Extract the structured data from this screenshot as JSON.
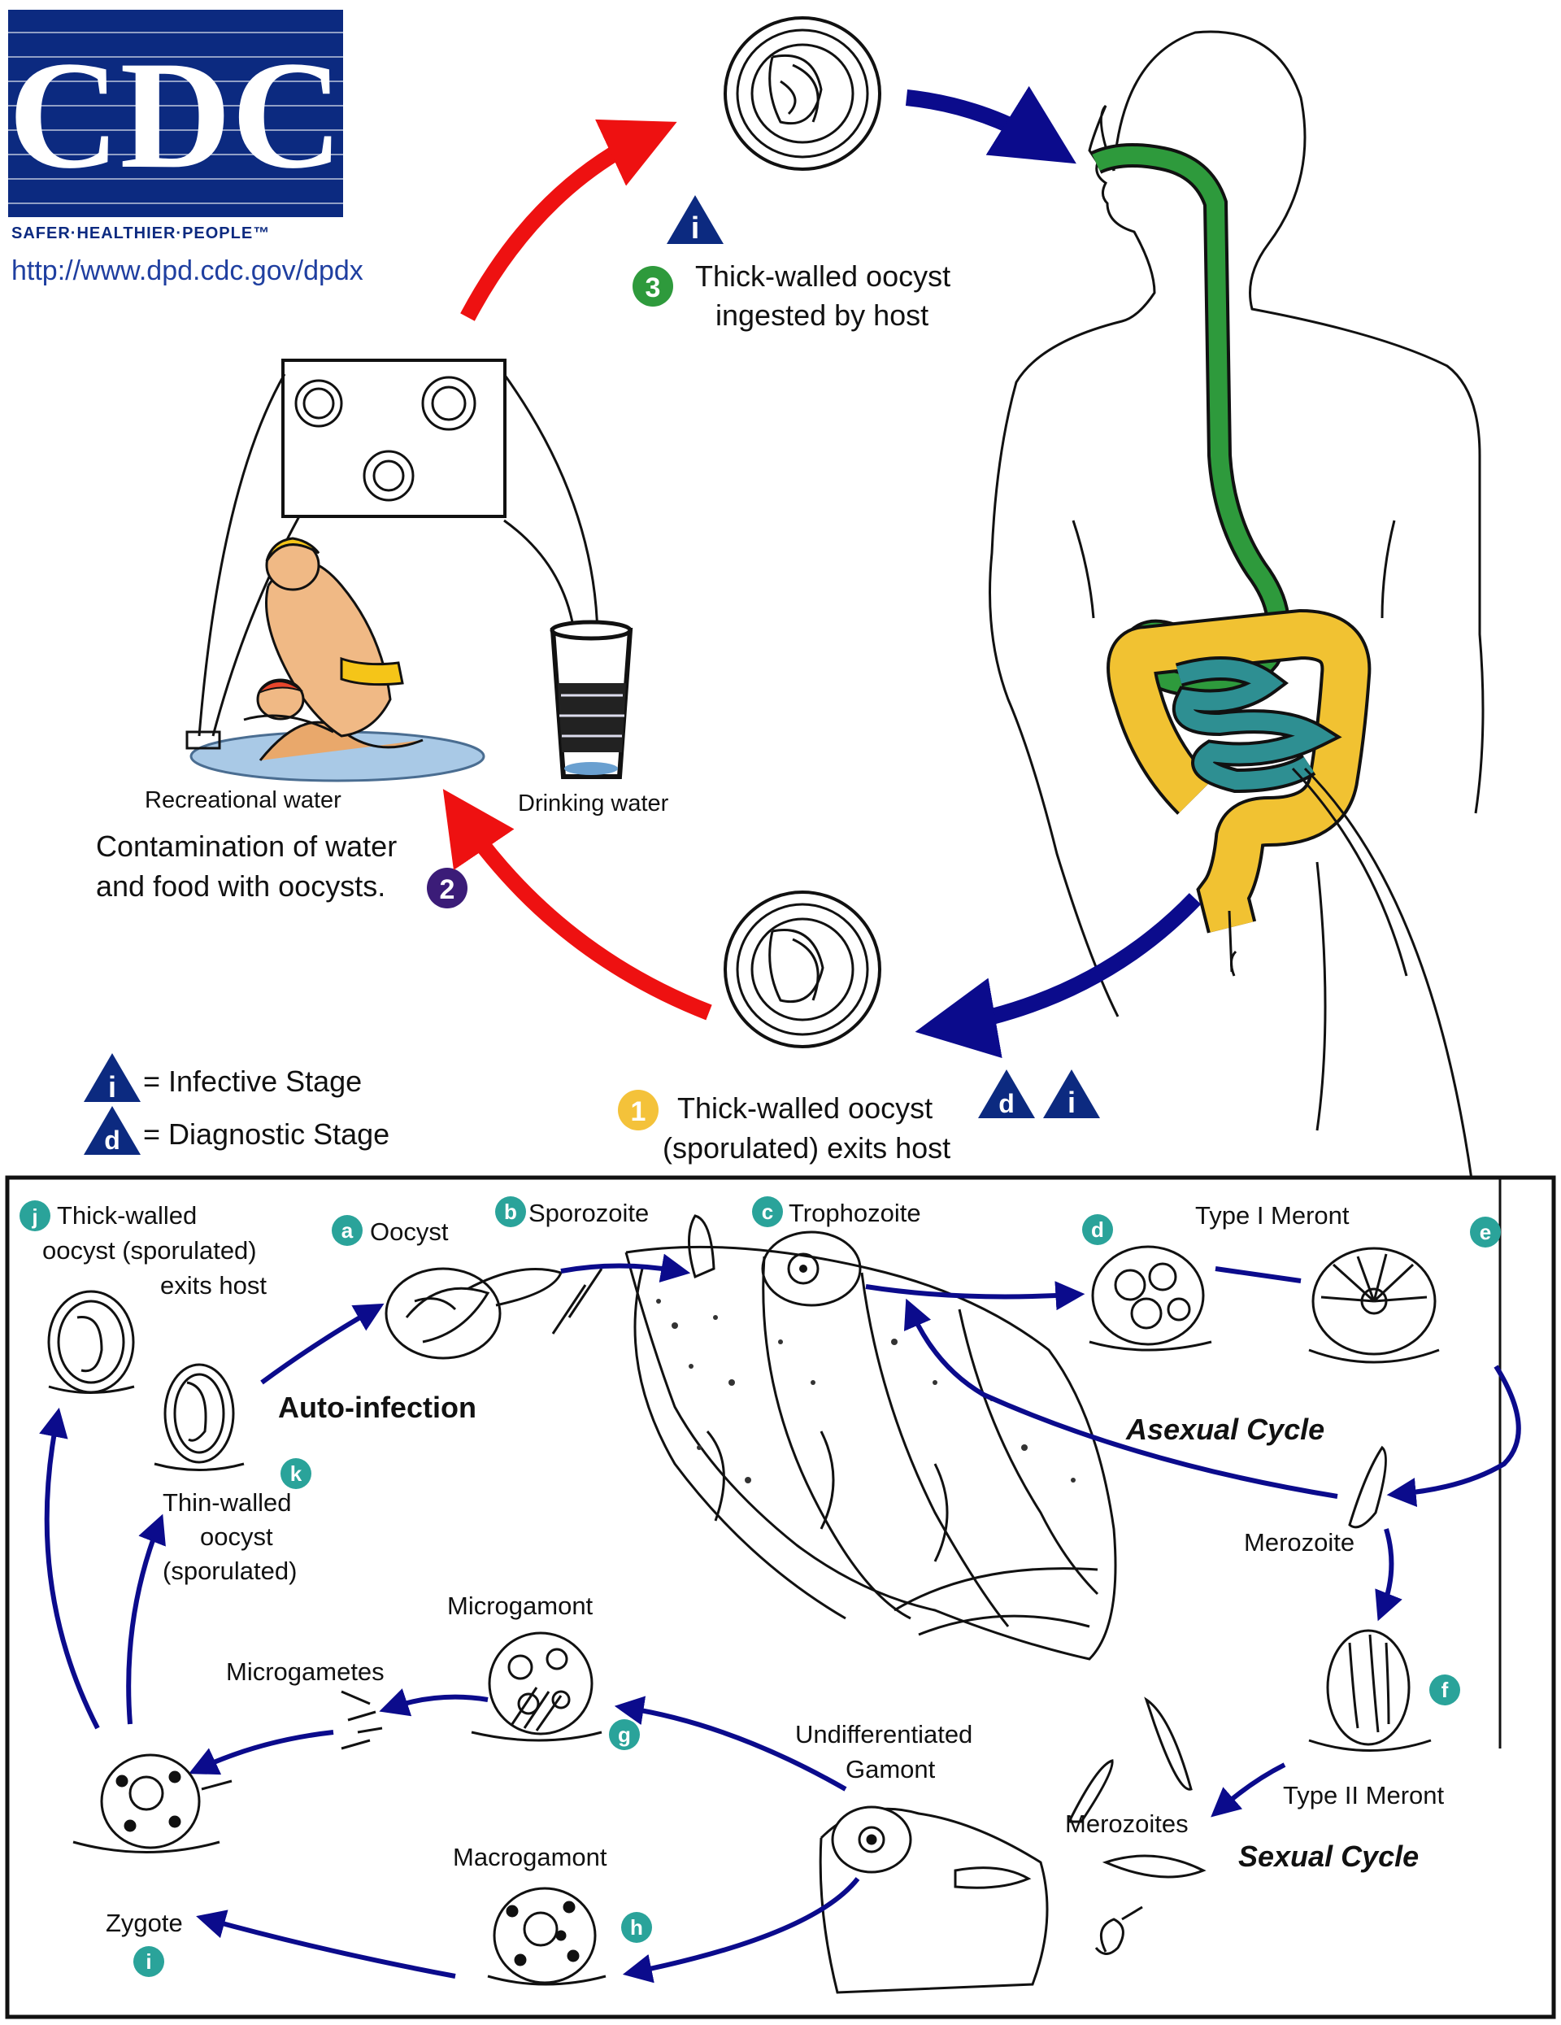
{
  "logo": {
    "text": "CDC",
    "tagline": "SAFER·HEALTHIER·PEOPLE™",
    "url": "http://www.dpd.cdc.gov/dpdx"
  },
  "colors": {
    "navy": "#0c2a80",
    "red_arrow": "#ee1111",
    "blue_arrow": "#0b0b8c",
    "green_gut": "#2e9a3c",
    "yellow_colon": "#f1c232",
    "teal_intestine": "#2e8f92",
    "teal_badge": "#2aa39a",
    "green_badge": "#2e9a3c",
    "purple_badge": "#3b1c78",
    "yellow_badge": "#f4c23a"
  },
  "icons": {
    "infective": "infective-stage-triangle-icon",
    "diagnostic": "diagnostic-stage-triangle-icon"
  },
  "top": {
    "step3": {
      "badge": "3",
      "line1": "Thick-walled oocyst",
      "line2": "ingested by host",
      "triangle": "i"
    },
    "step2": {
      "badge": "2",
      "line1": "Contamination of water",
      "line2": "and food with oocysts."
    },
    "step1": {
      "badge": "1",
      "line1": "Thick-walled oocyst",
      "line2": "(sporulated) exits host",
      "tri_d": "d",
      "tri_i": "i"
    },
    "recreational": "Recreational water",
    "drinking": "Drinking water",
    "legend": {
      "infective_letter": "i",
      "infective": "= Infective Stage",
      "diagnostic_letter": "d",
      "diagnostic": "= Diagnostic Stage"
    }
  },
  "cycle": {
    "j": {
      "badge": "j",
      "line1": "Thick-walled",
      "line2": "oocyst (sporulated)",
      "line3": "exits host"
    },
    "a": {
      "badge": "a",
      "label": "Oocyst"
    },
    "b": {
      "badge": "b",
      "label": "Sporozoite"
    },
    "c": {
      "badge": "c",
      "label": "Trophozoite"
    },
    "d": {
      "badge": "d"
    },
    "type1": "Type I Meront",
    "e": {
      "badge": "e"
    },
    "autoinfection": "Auto-infection",
    "asexual": "Asexual Cycle",
    "k": {
      "badge": "k",
      "line1": "Thin-walled",
      "line2": "oocyst",
      "line3": "(sporulated)"
    },
    "merozoite": "Merozoite",
    "microgamont": "Microgamont",
    "microgametes": "Microgametes",
    "undiff1": "Undifferentiated",
    "undiff2": "Gamont",
    "g": {
      "badge": "g"
    },
    "f": {
      "badge": "f"
    },
    "type2": "Type II Meront",
    "merozoites": "Merozoites",
    "sexual": "Sexual Cycle",
    "macrogamont": "Macrogamont",
    "h": {
      "badge": "h"
    },
    "zygote": "Zygote",
    "i": {
      "badge": "i"
    }
  }
}
